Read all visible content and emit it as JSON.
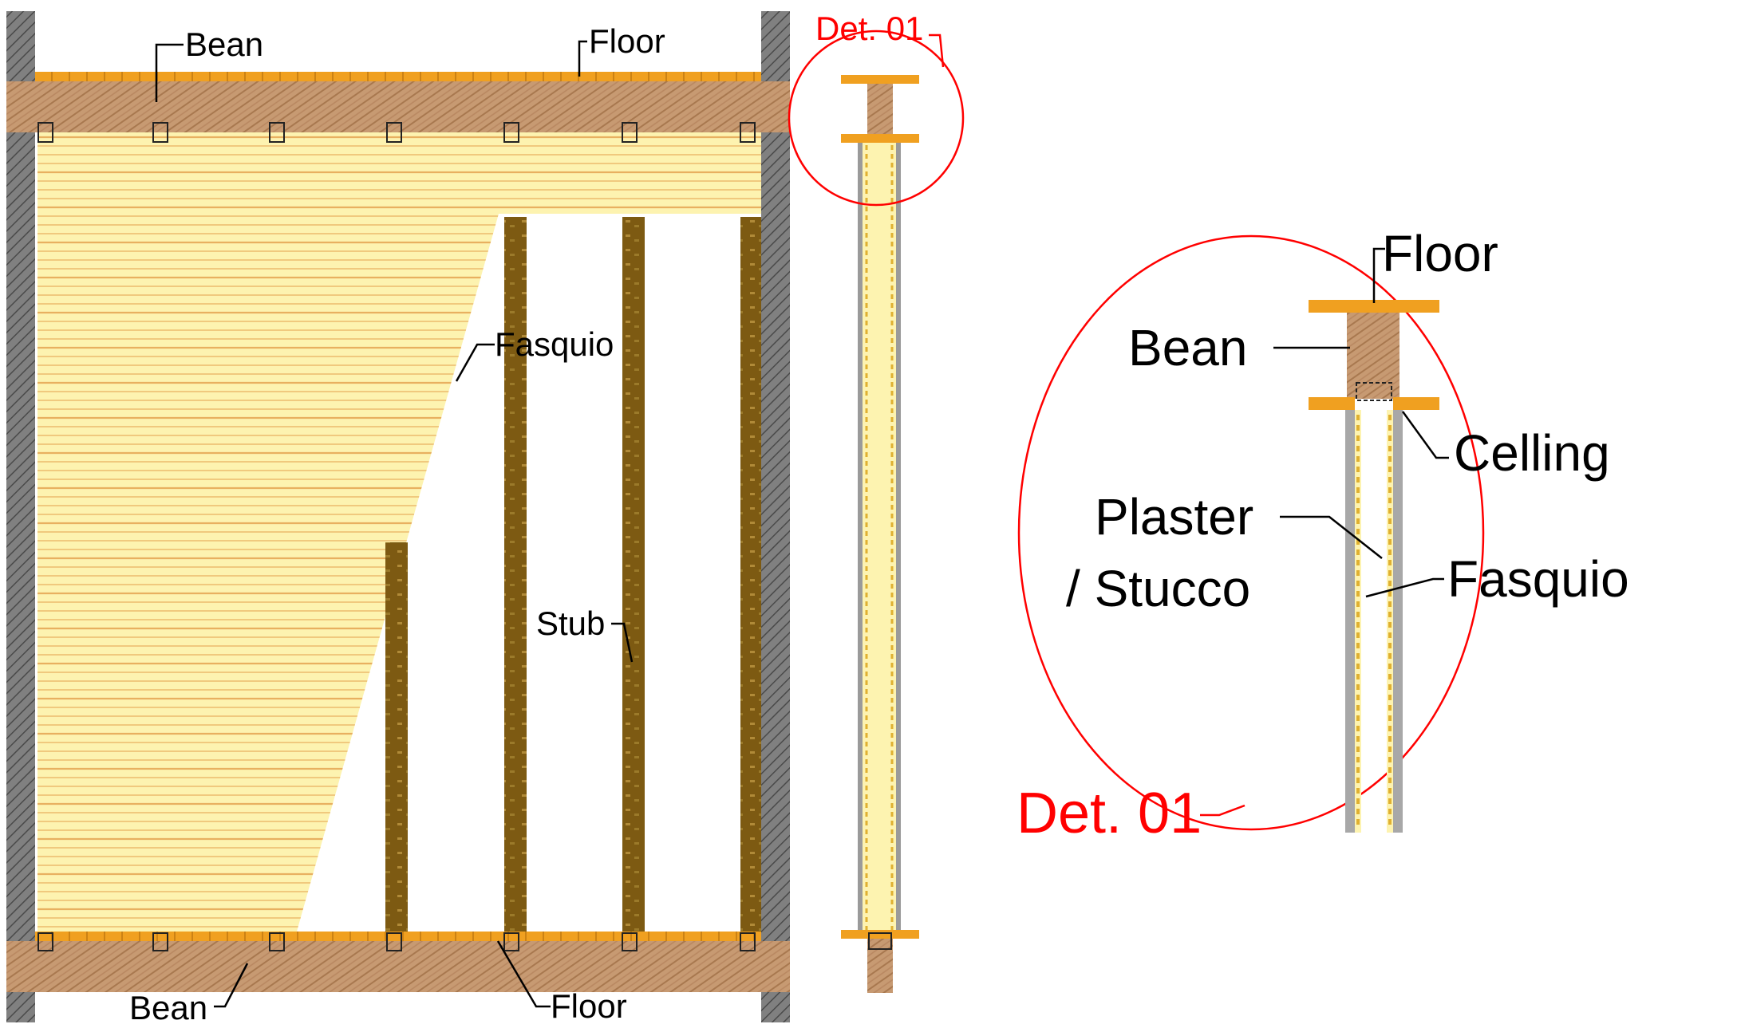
{
  "elevation": {
    "top_bean_label": "Bean",
    "top_floor_label": "Floor",
    "fasquio_label": "Fasquio",
    "stub_label": "Stub",
    "bottom_bean_label": "Bean",
    "bottom_floor_label": "Floor"
  },
  "section": {
    "detail_tag": "Det. 01"
  },
  "detail": {
    "floor_label": "Floor",
    "bean_label": "Bean",
    "ceiling_label": "Celling",
    "plaster_label_line1": "Plaster",
    "plaster_label_line2": "/ Stucco",
    "fasquio_label": "Fasquio",
    "detail_tag": "Det. 01"
  },
  "colors": {
    "wood": "#c79a72",
    "wood_dark": "#a8784f",
    "floor_board": "#f0a020",
    "fasquio_fill": "#fdf3b0",
    "fasquio_line": "#e8b060",
    "stub": "#7d5a12",
    "wall": "#6e6e6e",
    "callout": "#ff0000"
  }
}
